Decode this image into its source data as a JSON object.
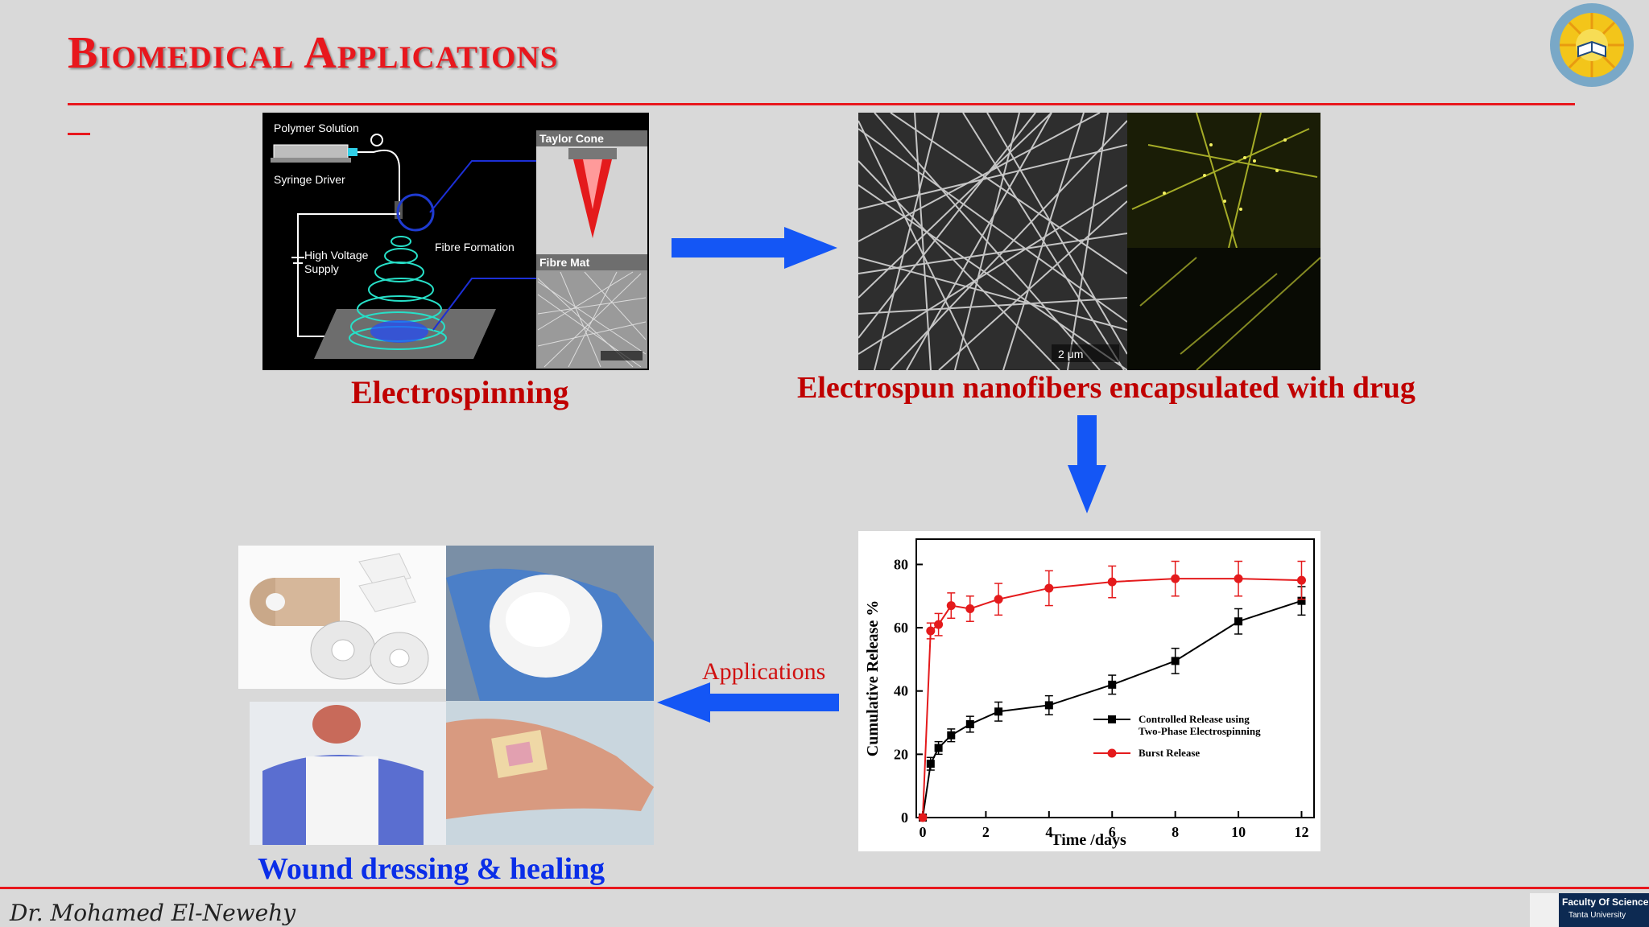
{
  "slide": {
    "title": "Biomedical Applications",
    "footer_author": "Dr. Mohamed El-Newehy",
    "faculty_logo": {
      "line1": "Faculty Of Science",
      "line2": "Tanta University"
    }
  },
  "electrospinning_panel": {
    "caption": "Electrospinning",
    "labels": {
      "polymer_solution": "Polymer Solution",
      "syringe_driver": "Syringe Driver",
      "high_voltage": "High Voltage",
      "supply": "Supply",
      "fibre_formation": "Fibre Formation",
      "taylor_cone": "Taylor Cone",
      "fibre_mat": "Fibre Mat"
    }
  },
  "nanofiber_panel": {
    "caption": "Electrospun nanofibers encapsulated with drug",
    "scale_label": "2 μm"
  },
  "applications_label": "Applications",
  "wound_panel": {
    "caption": "Wound dressing & healing"
  },
  "chart_data": {
    "type": "line",
    "title": "",
    "xlabel": "Time /days",
    "ylabel": "Cumulative Release %",
    "xlim": [
      0,
      12.6
    ],
    "ylim": [
      0,
      88
    ],
    "xticks": [
      0,
      2,
      4,
      6,
      8,
      10,
      12
    ],
    "yticks": [
      0,
      20,
      40,
      60,
      80
    ],
    "legend_position": "right-middle",
    "series": [
      {
        "name": "Controlled Release using Two-Phase Electrospinning",
        "color": "#000000",
        "marker": "square",
        "x": [
          0,
          0.25,
          0.5,
          0.9,
          1.5,
          2.4,
          4,
          6,
          8,
          10,
          12
        ],
        "values": [
          0,
          17,
          22,
          26,
          29.5,
          33.5,
          35.5,
          42,
          49.5,
          62,
          68.5
        ],
        "errors": [
          0,
          2,
          2,
          2,
          2.5,
          3,
          3,
          3,
          4,
          4,
          4.5
        ]
      },
      {
        "name": "Burst Release",
        "color": "#e41a1c",
        "marker": "circle",
        "x": [
          0,
          0.25,
          0.5,
          0.9,
          1.5,
          2.4,
          4,
          6,
          8,
          10,
          12
        ],
        "values": [
          0,
          59,
          61,
          67,
          66,
          69,
          72.5,
          74.5,
          75.5,
          75.5,
          75
        ],
        "errors": [
          0,
          2.5,
          3.5,
          4,
          4,
          5,
          5.5,
          5,
          5.5,
          5.5,
          6
        ]
      }
    ]
  }
}
